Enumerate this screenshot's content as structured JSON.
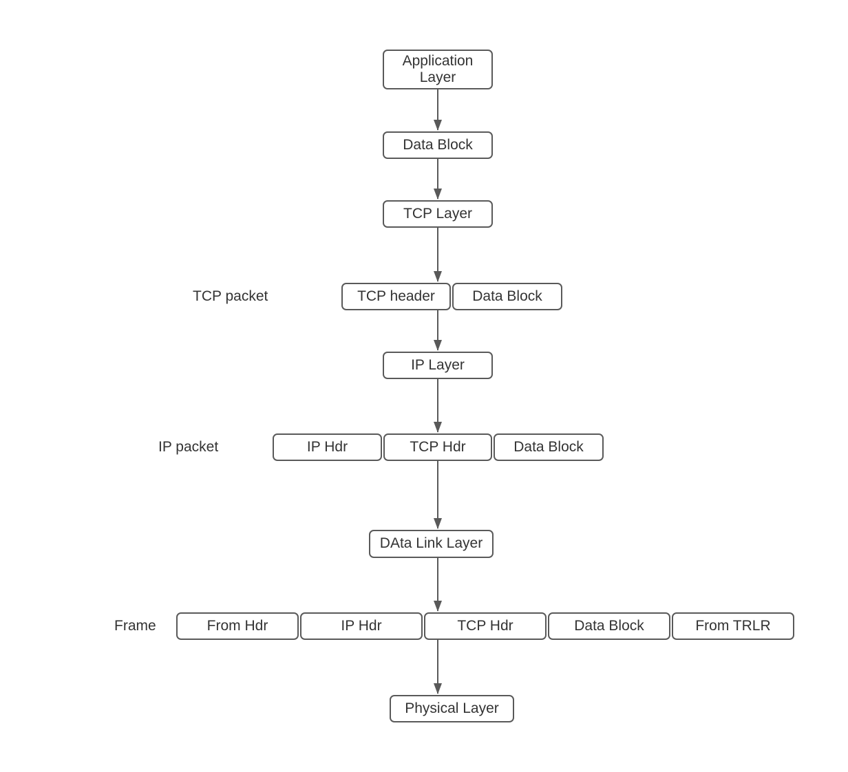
{
  "colors": {
    "stroke": "#595959",
    "text": "#333333",
    "node_fill": "#ffffff",
    "background": "#ffffff"
  },
  "diagram": {
    "top_stack": {
      "application_layer": "Application\nLayer",
      "data_block": "Data Block",
      "tcp_layer": "TCP Layer"
    },
    "tcp_packet_row": {
      "label": "TCP packet",
      "boxes": {
        "tcp_header": "TCP header",
        "data_block": "Data Block"
      }
    },
    "ip_layer": "IP Layer",
    "ip_packet_row": {
      "label": "IP packet",
      "boxes": {
        "ip_hdr": "IP Hdr",
        "tcp_hdr": "TCP Hdr",
        "data_block": "Data Block"
      }
    },
    "data_link_layer": "DAta Link Layer",
    "frame_row": {
      "label": "Frame",
      "boxes": {
        "from_hdr": "From Hdr",
        "ip_hdr": "IP Hdr",
        "tcp_hdr": "TCP Hdr",
        "data_block": "Data Block",
        "from_trlr": "From TRLR"
      }
    },
    "physical_layer": "Physical Layer"
  }
}
